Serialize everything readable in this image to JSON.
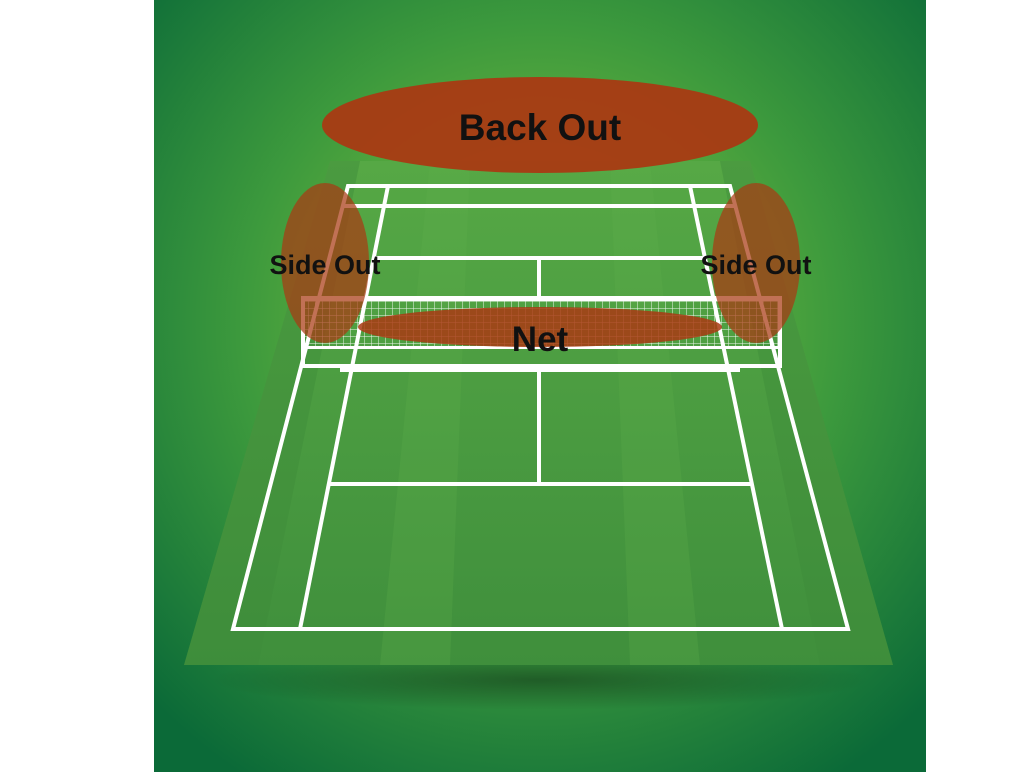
{
  "diagram": {
    "court_type": "badminton court (perspective view)",
    "zones": {
      "back_out": {
        "label": "Back Out"
      },
      "side_out_left": {
        "label": "Side Out"
      },
      "side_out_right": {
        "label": "Side Out"
      },
      "net": {
        "label": "Net"
      }
    },
    "colors": {
      "background_light": "#86c440",
      "background_dark": "#0c6a37",
      "court_surface": "#4f9e44",
      "court_lines": "#ffffff",
      "zone_fill": "#a93a13",
      "label_text": "#111111"
    }
  }
}
